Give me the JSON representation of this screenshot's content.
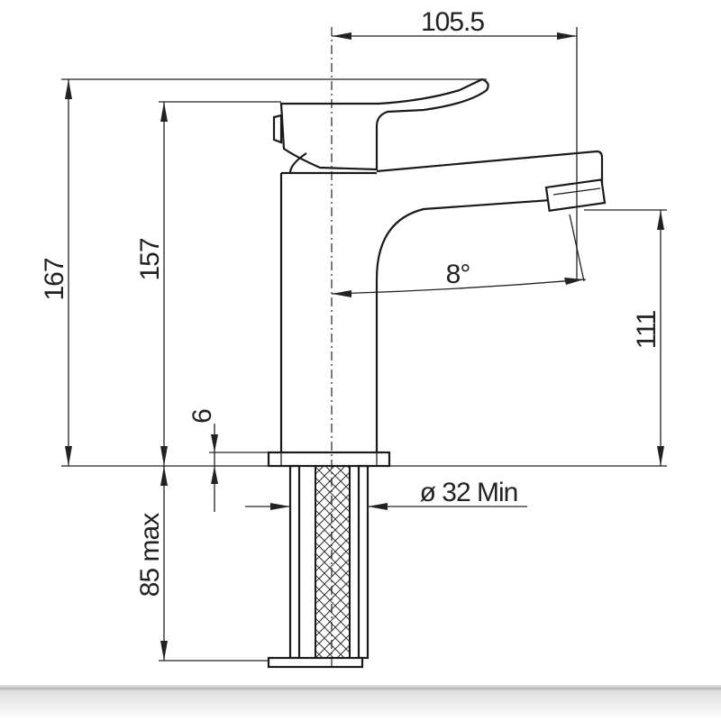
{
  "dimensions": {
    "total_height": "167",
    "body_height": "157",
    "reach": "105.5",
    "spout_height": "111",
    "base_thickness": "6",
    "hole_diameter": "ø 32 Min",
    "max_deck_thickness": "85 max",
    "spout_angle": "8°"
  },
  "colors": {
    "line": "#222222",
    "background": "#ffffff",
    "floor_shadow": "#cccccc"
  }
}
